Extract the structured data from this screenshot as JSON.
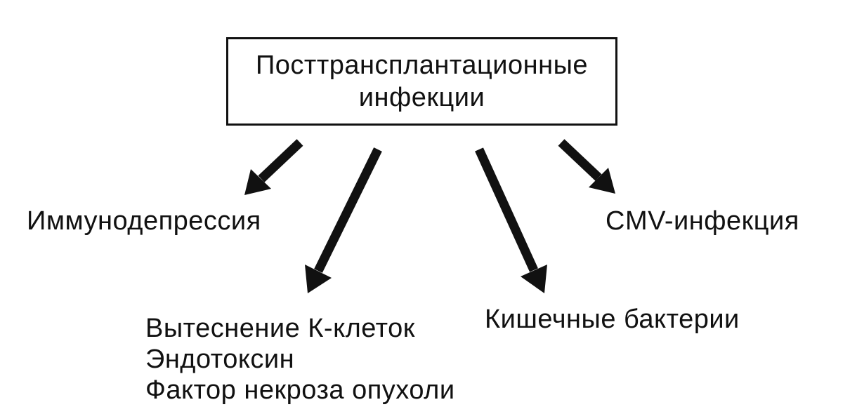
{
  "root": {
    "line1": "Посттрансплантационные",
    "line2": "инфекции"
  },
  "branches": [
    {
      "lines": [
        "Иммунодепрессия"
      ]
    },
    {
      "lines": [
        "Вытеснение К-клеток",
        "Эндотоксин",
        "Фактор некроза опухоли"
      ]
    },
    {
      "lines": [
        "Кишечные бактерии"
      ]
    },
    {
      "lines": [
        "CMV-инфекция"
      ]
    }
  ],
  "colors": {
    "ink": "#111111",
    "background": "#ffffff"
  }
}
